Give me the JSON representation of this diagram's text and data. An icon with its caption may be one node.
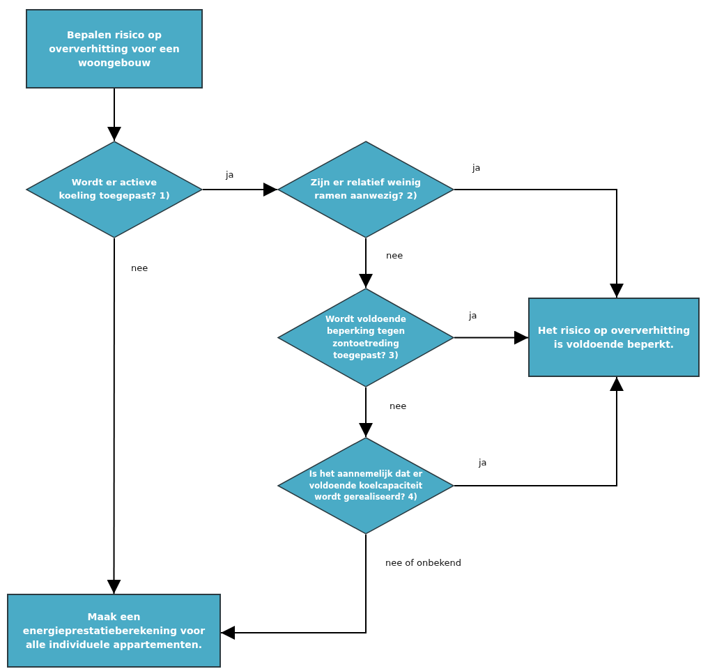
{
  "diagram": {
    "nodes": [
      {
        "text": [
          "Bepalen risico op oververhitting voor een woongebouw"
        ]
      },
      {
        "text": [
          "Wordt er actieve koeling toegepast? 1)"
        ]
      },
      {
        "text": [
          "Zijn er relatief weinig ramen aanwezig? 2)"
        ]
      },
      {
        "text": [
          "Wordt voldoende beperking tegen zontoetreding toegepast? 3)"
        ]
      },
      {
        "text": [
          "Is het aannemelijk dat er voldoende koelcapaciteit wordt gerealiseerd? 4)"
        ]
      },
      {
        "text": [
          "Het risico op oververhitting is voldoende beperkt."
        ]
      },
      {
        "text": [
          "Maak een energieprestatieberekening voor alle individuele appartementen."
        ]
      }
    ],
    "edges": [
      {
        "from": 0,
        "to": 1,
        "arrow": "to"
      },
      {
        "from": 1,
        "to": 2,
        "arrow": "to",
        "label": "ja"
      },
      {
        "from": 2,
        "to": 5,
        "arrow": "to",
        "label": "ja"
      },
      {
        "from": 2,
        "to": 3,
        "arrow": "to",
        "label": "nee"
      },
      {
        "from": 3,
        "to": 5,
        "arrow": "to",
        "label": "ja"
      },
      {
        "from": 3,
        "to": 4,
        "arrow": "to",
        "label": "nee"
      },
      {
        "from": 4,
        "to": 5,
        "arrow": "to",
        "label": "ja"
      },
      {
        "from": 1,
        "to": 6,
        "arrow": "to",
        "label": "nee"
      },
      {
        "from": 4,
        "to": 6,
        "arrow": "to",
        "label": "nee of onbekend"
      }
    ]
  }
}
